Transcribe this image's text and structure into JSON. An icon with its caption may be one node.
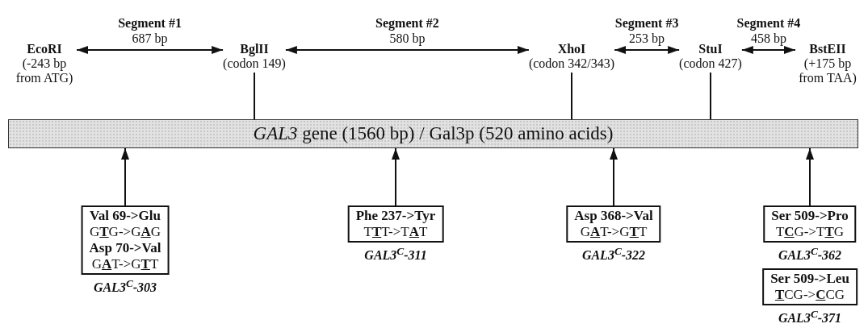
{
  "diagram": {
    "nodes": [
      {
        "text": [
          "EcoRI",
          "(-243 bp from ATG)"
        ]
      },
      {
        "text": [
          "BglII",
          "(codon 149)"
        ]
      },
      {
        "text": [
          "XhoI",
          "(codon 342/343)"
        ]
      },
      {
        "text": [
          "StuI",
          "(codon 427)"
        ]
      },
      {
        "text": [
          "BstEII",
          "(+175 bp from TAA)"
        ]
      },
      {
        "text": [
          "*GAL3* gene (1560 bp) / Gal3p (520 amino acids)"
        ]
      },
      {
        "text": [
          "Val 69->Glu",
          "G**T**G->G**A**G",
          "Asp 70->Val",
          "G**A**T->G**T**T"
        ],
        "beside": [
          "GAL3$^{C}$-303"
        ]
      },
      {
        "text": [
          "Phe 237->Tyr",
          "T**T**T->T**A**T"
        ],
        "beside": [
          "GAL3$^{C}$-311"
        ]
      },
      {
        "text": [
          "Asp 368->Val",
          "G**A**T->G**T**T"
        ],
        "beside": [
          "GAL3$^{C}$-322"
        ]
      },
      {
        "text": [
          "Ser 509->Pro",
          "T**C**G->T**T**G"
        ],
        "beside": [
          "GAL3$^{C}$-362"
        ]
      },
      {
        "text": [
          "Ser 509->Leu",
          "**T**CG->**C**CG"
        ],
        "beside": [
          "GAL3$^{C}$-371"
        ]
      }
    ],
    "edges": [
      {
        "from": 0,
        "to": 1,
        "arrow": "both",
        "label": "**Segment #1** 687 bp"
      },
      {
        "from": 1,
        "to": 2,
        "arrow": "both",
        "label": "**Segment #2** 580 bp"
      },
      {
        "from": 2,
        "to": 3,
        "arrow": "both",
        "label": "**Segment #3** 253 bp"
      },
      {
        "from": 3,
        "to": 4,
        "arrow": "both",
        "label": "**Segment #4** 458 bp"
      },
      {
        "from": 1,
        "to": 5,
        "arrow": "none"
      },
      {
        "from": 2,
        "to": 5,
        "arrow": "none"
      },
      {
        "from": 3,
        "to": 5,
        "arrow": "none"
      },
      {
        "from": 6,
        "to": 5,
        "arrow": "to"
      },
      {
        "from": 7,
        "to": 5,
        "arrow": "to"
      },
      {
        "from": 8,
        "to": 5,
        "arrow": "to"
      },
      {
        "from": 9,
        "to": 5,
        "arrow": "to"
      }
    ]
  }
}
